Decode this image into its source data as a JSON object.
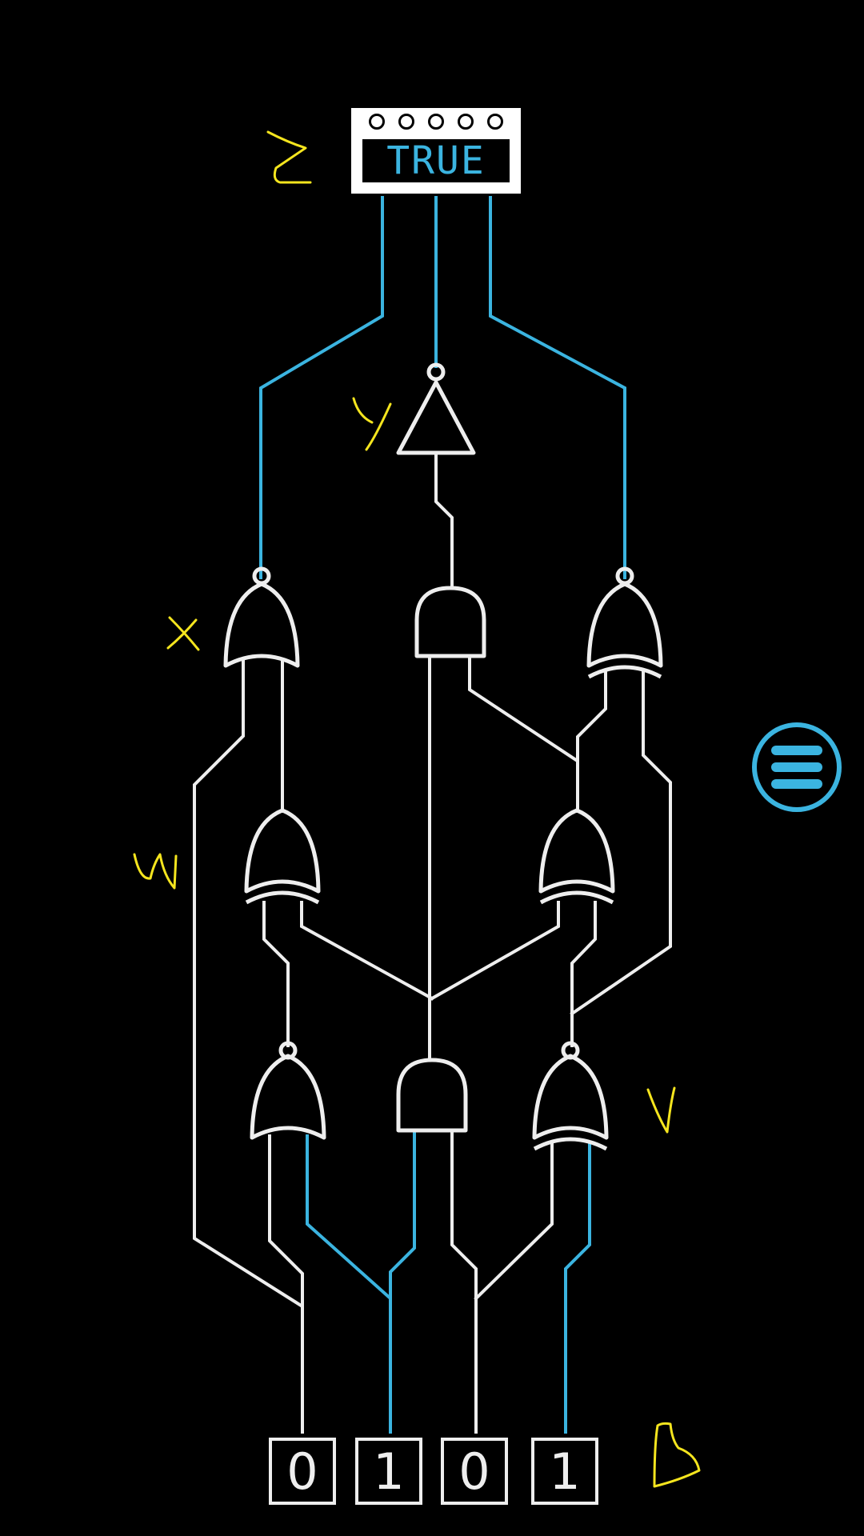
{
  "output_display": {
    "value": "TRUE",
    "indicator_count": 5
  },
  "inputs": [
    {
      "id": "input-1",
      "value": "0",
      "active": false
    },
    {
      "id": "input-2",
      "value": "1",
      "active": true
    },
    {
      "id": "input-3",
      "value": "0",
      "active": false
    },
    {
      "id": "input-4",
      "value": "1",
      "active": true
    }
  ],
  "gates": [
    {
      "id": "gate-y",
      "type": "NOT"
    },
    {
      "id": "gate-x",
      "type": "NOR"
    },
    {
      "id": "gate-top-middle",
      "type": "AND"
    },
    {
      "id": "gate-top-right",
      "type": "XNOR"
    },
    {
      "id": "gate-mid-left",
      "type": "XOR"
    },
    {
      "id": "gate-mid-right",
      "type": "XOR"
    },
    {
      "id": "gate-bottom-left",
      "type": "NOR"
    },
    {
      "id": "gate-bottom-middle",
      "type": "AND"
    },
    {
      "id": "gate-bottom-right",
      "type": "XNOR"
    }
  ],
  "annotations": [
    "Z",
    "y",
    "x",
    "w",
    "v",
    "b"
  ],
  "colors": {
    "active_wire": "#3bb4e0",
    "inactive_wire": "#eeeeee",
    "annotation": "#f5e51e",
    "background": "#000000"
  },
  "menu_button": {
    "icon": "hamburger-menu-icon"
  }
}
